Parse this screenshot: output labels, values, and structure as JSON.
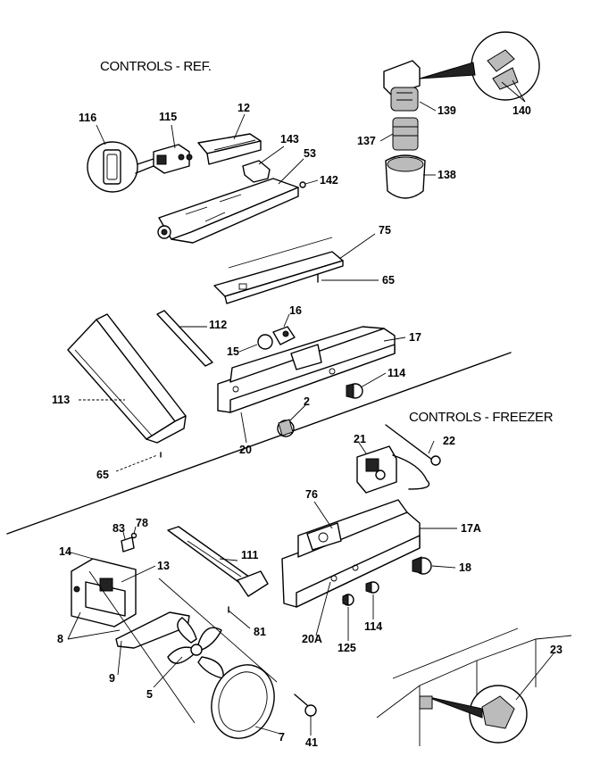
{
  "sections": {
    "ref_title": "CONTROLS - REF.",
    "freezer_title": "CONTROLS - FREEZER"
  },
  "labels": {
    "p116": "116",
    "p115": "115",
    "p12": "12",
    "p143": "143",
    "p53": "53",
    "p142": "142",
    "p139": "139",
    "p140": "140",
    "p137": "137",
    "p138": "138",
    "p75": "75",
    "p65a": "65",
    "p112": "112",
    "p16": "16",
    "p17": "17",
    "p15": "15",
    "p114a": "114",
    "p113": "113",
    "p2": "2",
    "p20": "20",
    "p65b": "65",
    "p21": "21",
    "p22": "22",
    "p76": "76",
    "p17a": "17A",
    "p18": "18",
    "p78": "78",
    "p83": "83",
    "p14": "14",
    "p13": "13",
    "p111": "111",
    "p81": "81",
    "p8": "8",
    "p9": "9",
    "p5": "5",
    "p20a": "20A",
    "p114b": "114",
    "p125": "125",
    "p23": "23",
    "p7": "7",
    "p41": "41"
  }
}
